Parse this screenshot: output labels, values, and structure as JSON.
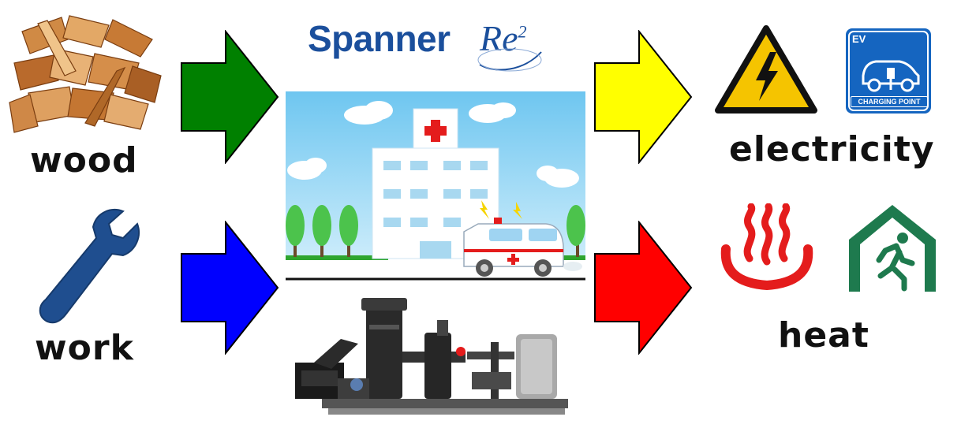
{
  "inputs": {
    "wood_label": "wood",
    "work_label": "work"
  },
  "brand": {
    "name": "Spanner",
    "product": "Re",
    "product_sup": "2"
  },
  "outputs": {
    "electricity_label": "electricity",
    "heat_label": "heat",
    "ev_badge_top": "EV",
    "ev_badge_bottom": "CHARGING POINT"
  },
  "colors": {
    "wood_arrow": "#008000",
    "work_arrow": "#0000ff",
    "electricity_arrow": "#ffff00",
    "heat_arrow": "#ff0000",
    "brand_blue": "#1b4f9c",
    "ev_blue": "#1565c0",
    "exit_green": "#1e7a4e",
    "onsen_red": "#e41c1c",
    "warning_yellow": "#f5c400"
  },
  "icons": [
    "wood-chips-icon",
    "wrench-icon",
    "hospital-icon",
    "ambulance-icon",
    "chp-machine-icon",
    "high-voltage-icon",
    "ev-charging-icon",
    "hot-spring-icon",
    "emergency-exit-icon"
  ]
}
